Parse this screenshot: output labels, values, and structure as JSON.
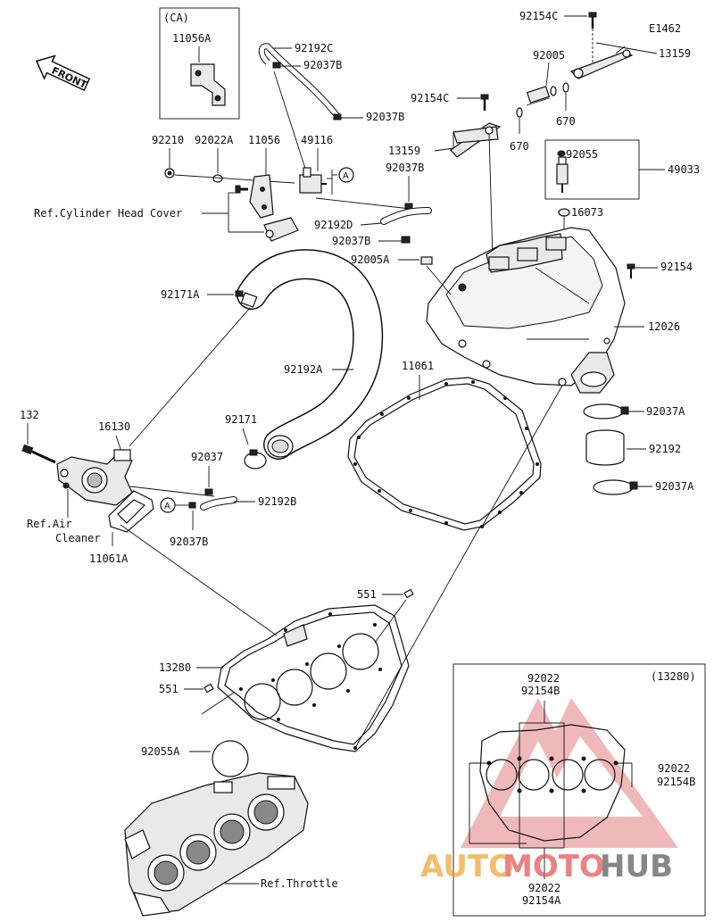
{
  "diagram_code": "E1462",
  "front_label": "FRONT",
  "ca_box": {
    "title": "(CA)",
    "part": "11056A"
  },
  "inset_box": {
    "title": "(13280)",
    "labels": [
      {
        "top": "92022",
        "bottom": "92154B"
      },
      {
        "top": "92022",
        "bottom": "92154B"
      },
      {
        "top": "92022",
        "bottom": "92154A"
      }
    ]
  },
  "watermark": {
    "part1": "AUTO",
    "part2": "MOTO",
    "part3": "HUB"
  },
  "labels": {
    "l92154C_top": "92154C",
    "l13159_top": "13159",
    "l92005": "92005",
    "l92154C_mid": "92154C",
    "l670a": "670",
    "l670b": "670",
    "l13159_mid": "13159",
    "l92055": "92055",
    "l49033": "49033",
    "l16073": "16073",
    "l92154": "92154",
    "l12026": "12026",
    "l92192C": "92192C",
    "l92037B_1": "92037B",
    "l92037B_2": "92037B",
    "l92210": "92210",
    "l92022A": "92022A",
    "l11056": "11056",
    "l49116": "49116",
    "l92037B_3": "92037B",
    "l_refcyl": "Ref.Cylinder Head Cover",
    "l92192D": "92192D",
    "l92037B_4": "92037B",
    "l92005A": "92005A",
    "l92171A": "92171A",
    "l92192A": "92192A",
    "l11061": "11061",
    "l92037A_1": "92037A",
    "l92192": "92192",
    "l92037A_2": "92037A",
    "l132": "132",
    "l16130": "16130",
    "l92171": "92171",
    "l92037": "92037",
    "l92192B": "92192B",
    "l92037B_5": "92037B",
    "l_refair1": "Ref.Air",
    "l_refair2": "Cleaner",
    "l11061A": "11061A",
    "l551a": "551",
    "l13280": "13280",
    "l551b": "551",
    "l92055A": "92055A",
    "l_refthrottle": "Ref.Throttle",
    "circleA": "A"
  }
}
